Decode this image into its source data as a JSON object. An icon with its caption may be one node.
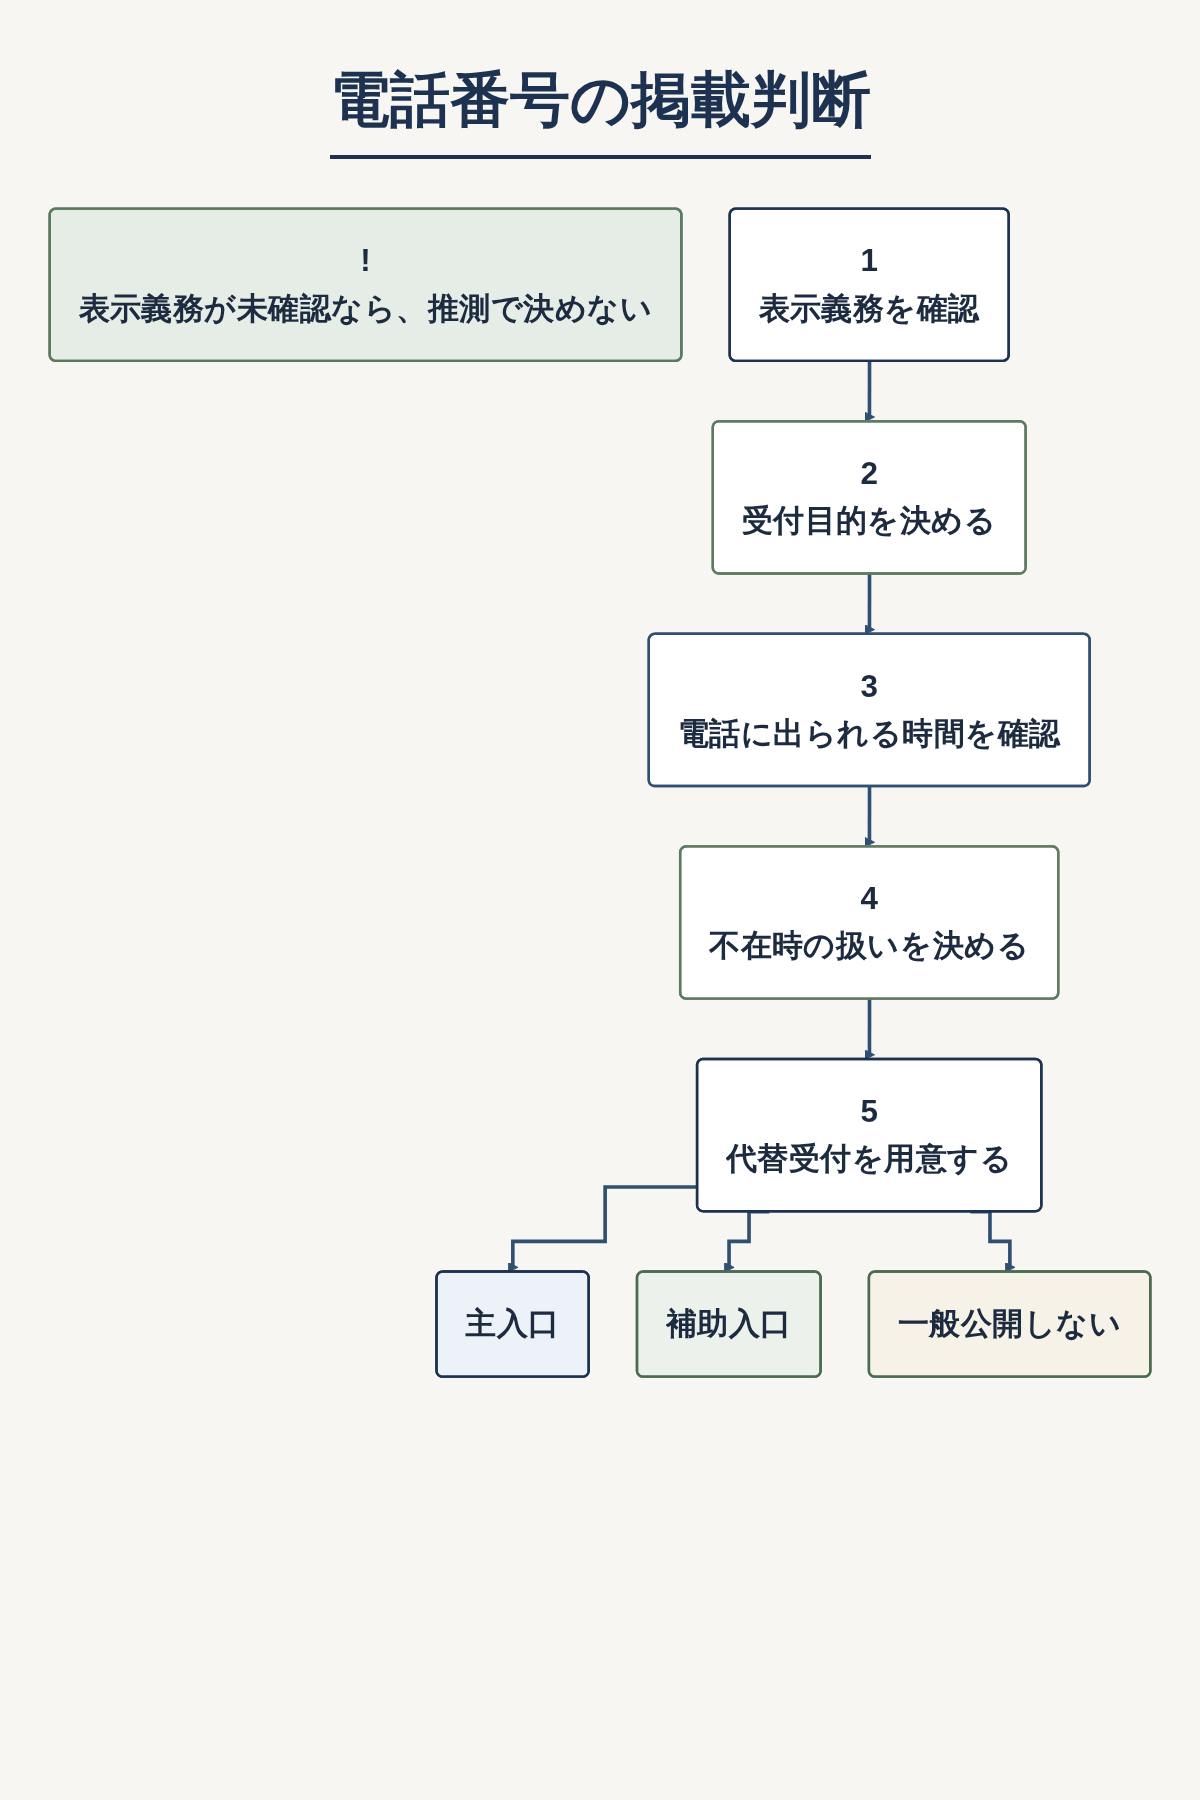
{
  "diagram": {
    "title": "電話番号の掲載判断",
    "nodes": [
      {
        "text": [
          "!",
          "表示義務が未確認なら、推測で決めない"
        ]
      },
      {
        "text": [
          "1",
          "表示義務を確認"
        ]
      },
      {
        "text": [
          "2",
          "受付目的を決める"
        ]
      },
      {
        "text": [
          "3",
          "電話に出られる時間を確認"
        ]
      },
      {
        "text": [
          "4",
          "不在時の扱いを決める"
        ]
      },
      {
        "text": [
          "5",
          "代替受付を用意する"
        ]
      },
      {
        "text": [
          "主入口"
        ]
      },
      {
        "text": [
          "補助入口"
        ]
      },
      {
        "text": [
          "一般公開しない"
        ]
      }
    ],
    "edges": [
      {
        "from": 1,
        "to": 2,
        "arrow": "to"
      },
      {
        "from": 2,
        "to": 3,
        "arrow": "to"
      },
      {
        "from": 3,
        "to": 4,
        "arrow": "to"
      },
      {
        "from": 4,
        "to": 5,
        "arrow": "to"
      },
      {
        "from": 5,
        "to": 6,
        "arrow": "to"
      },
      {
        "from": 5,
        "to": 7,
        "arrow": "to"
      },
      {
        "from": 5,
        "to": 8,
        "arrow": "to"
      }
    ]
  }
}
